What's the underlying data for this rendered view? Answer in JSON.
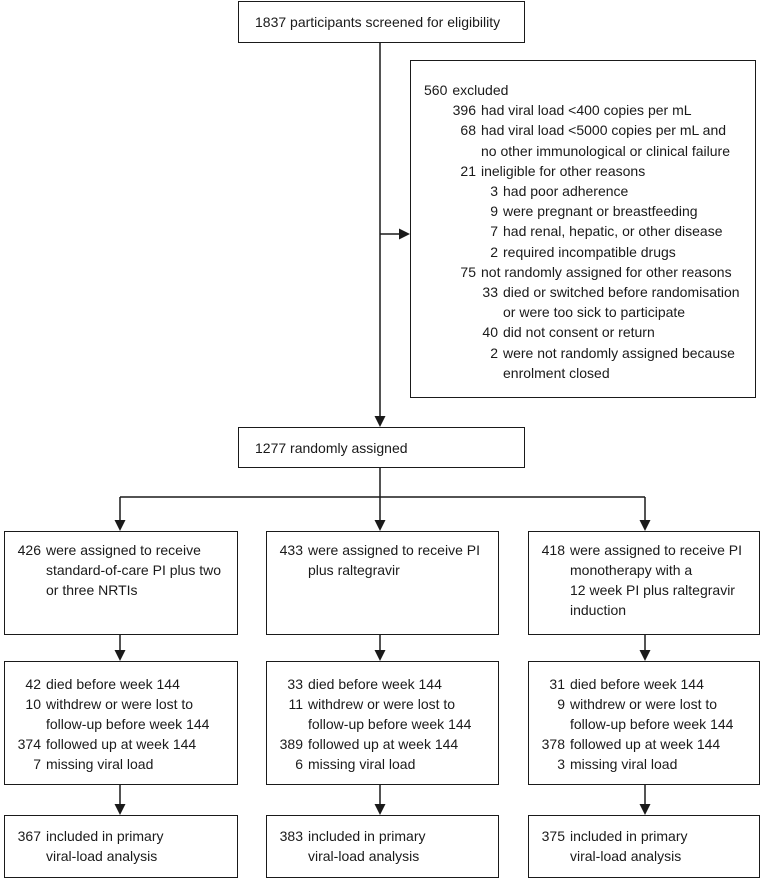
{
  "screening": {
    "text": "1837 participants screened for eligibility"
  },
  "excluded": {
    "n": "560",
    "text": "excluded",
    "reasons": [
      {
        "n": "396",
        "text": "had viral load <400 copies per mL"
      },
      {
        "n": "68",
        "text": "had viral load <5000 copies per mL and\nno other immunological or clinical failure"
      },
      {
        "n": "21",
        "text": "ineligible for other reasons",
        "sub": [
          {
            "n": "3",
            "text": "had poor adherence"
          },
          {
            "n": "9",
            "text": "were pregnant or breastfeeding"
          },
          {
            "n": "7",
            "text": "had renal, hepatic, or other disease"
          },
          {
            "n": "2",
            "text": "required incompatible drugs"
          }
        ]
      },
      {
        "n": "75",
        "text": "not randomly assigned for other reasons",
        "sub": [
          {
            "n": "33",
            "text": "died or switched before randomisation\nor were too sick to participate"
          },
          {
            "n": "40",
            "text": "did not consent or return"
          },
          {
            "n": "2",
            "text": "were not randomly assigned because\nenrolment closed"
          }
        ]
      }
    ]
  },
  "randomised": {
    "text": "1277 randomly assigned"
  },
  "arms": [
    {
      "allocation": {
        "n": "426",
        "text": "were assigned to receive\nstandard-of-care PI plus two\nor three NRTIs"
      },
      "follow_up": [
        {
          "n": "42",
          "text": "died before week 144"
        },
        {
          "n": "10",
          "text": "withdrew or were lost to\nfollow-up before week 144"
        },
        {
          "n": "374",
          "text": "followed up at week 144"
        },
        {
          "n": "7",
          "text": "missing viral load"
        }
      ],
      "analysis": {
        "n": "367",
        "text": "included in primary\nviral-load analysis"
      }
    },
    {
      "allocation": {
        "n": "433",
        "text": "were assigned to receive PI\nplus raltegravir"
      },
      "follow_up": [
        {
          "n": "33",
          "text": "died before week 144"
        },
        {
          "n": "11",
          "text": "withdrew or were lost to\nfollow-up before week 144"
        },
        {
          "n": "389",
          "text": "followed up at week 144"
        },
        {
          "n": "6",
          "text": "missing viral load"
        }
      ],
      "analysis": {
        "n": "383",
        "text": "included in primary\nviral-load analysis"
      }
    },
    {
      "allocation": {
        "n": "418",
        "text": "were assigned to receive PI\nmonotherapy with a\n12 week PI plus raltegravir\ninduction"
      },
      "follow_up": [
        {
          "n": "31",
          "text": "died before week 144"
        },
        {
          "n": "9",
          "text": "withdrew or were lost to\nfollow-up before week 144"
        },
        {
          "n": "378",
          "text": "followed up at week 144"
        },
        {
          "n": "3",
          "text": "missing viral load"
        }
      ],
      "analysis": {
        "n": "375",
        "text": "included in primary\nviral-load analysis"
      }
    }
  ]
}
